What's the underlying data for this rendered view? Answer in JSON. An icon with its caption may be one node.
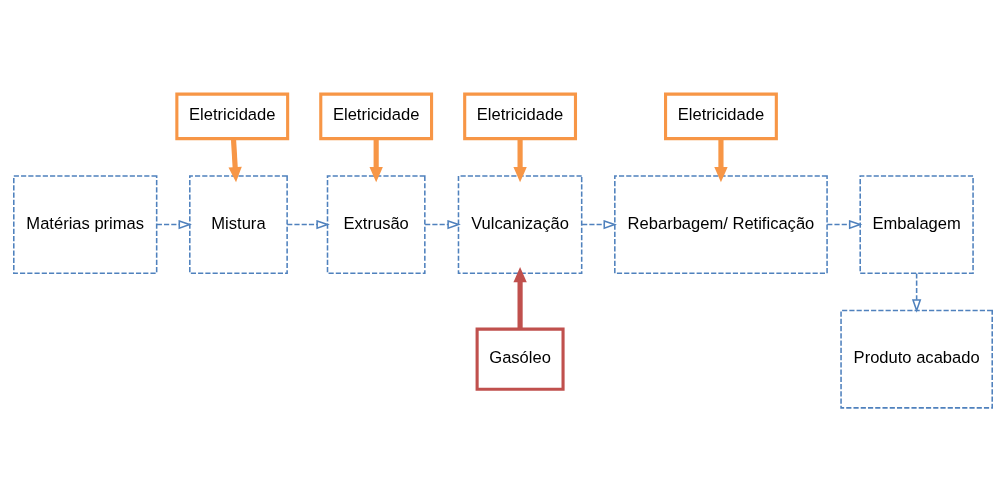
{
  "diagram": {
    "nodes": [
      {
        "text": [
          "Matérias primas"
        ]
      },
      {
        "text": [
          "Mistura"
        ]
      },
      {
        "text": [
          "Extrusão"
        ]
      },
      {
        "text": [
          "Vulcanização"
        ]
      },
      {
        "text": [
          "Rebarbagem/ Retificação"
        ]
      },
      {
        "text": [
          "Embalagem"
        ]
      },
      {
        "text": [
          "Produto acabado"
        ]
      },
      {
        "text": [
          "Eletricidade"
        ]
      },
      {
        "text": [
          "Eletricidade"
        ]
      },
      {
        "text": [
          "Eletricidade"
        ]
      },
      {
        "text": [
          "Eletricidade"
        ]
      },
      {
        "text": [
          "Gasóleo"
        ]
      }
    ],
    "edges": [
      {
        "from": 0,
        "to": 1,
        "arrow": "to",
        "style": "dashed"
      },
      {
        "from": 1,
        "to": 2,
        "arrow": "to",
        "style": "dashed"
      },
      {
        "from": 2,
        "to": 3,
        "arrow": "to",
        "style": "dashed"
      },
      {
        "from": 3,
        "to": 4,
        "arrow": "to",
        "style": "dashed"
      },
      {
        "from": 4,
        "to": 5,
        "arrow": "to",
        "style": "dashed"
      },
      {
        "from": 5,
        "to": 6,
        "arrow": "to",
        "style": "dashed"
      },
      {
        "from": 7,
        "to": 1,
        "arrow": "to",
        "style": "thick",
        "color": "#f79646"
      },
      {
        "from": 8,
        "to": 2,
        "arrow": "to",
        "style": "thick",
        "color": "#f79646"
      },
      {
        "from": 9,
        "to": 3,
        "arrow": "to",
        "style": "thick",
        "color": "#f79646"
      },
      {
        "from": 10,
        "to": 4,
        "arrow": "to",
        "style": "thick",
        "color": "#f79646"
      },
      {
        "from": 11,
        "to": 3,
        "arrow": "to",
        "style": "thick",
        "color": "#c0504d"
      }
    ]
  }
}
